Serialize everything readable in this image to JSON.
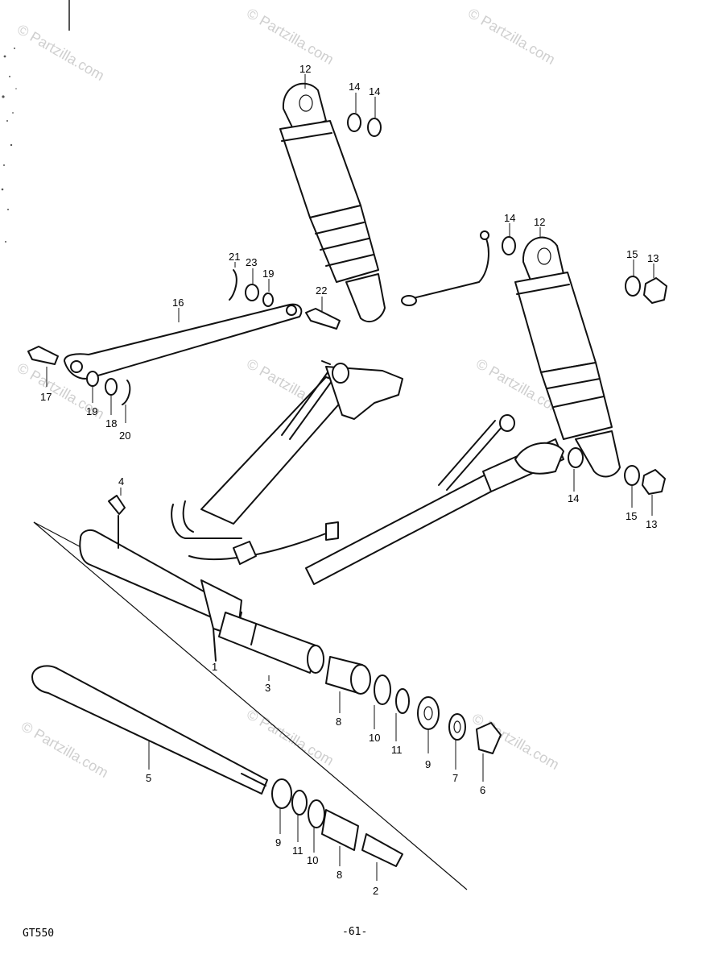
{
  "watermark": "© Partzilla.com",
  "model_label": "GT550",
  "page_number": "-61-",
  "callouts": [
    {
      "id": "c1",
      "text": "1"
    },
    {
      "id": "c2",
      "text": "2"
    },
    {
      "id": "c3",
      "text": "3"
    },
    {
      "id": "c4",
      "text": "4"
    },
    {
      "id": "c5",
      "text": "5"
    },
    {
      "id": "c6",
      "text": "6"
    },
    {
      "id": "c7",
      "text": "7"
    },
    {
      "id": "c8a",
      "text": "8"
    },
    {
      "id": "c8b",
      "text": "8"
    },
    {
      "id": "c9a",
      "text": "9"
    },
    {
      "id": "c9b",
      "text": "9"
    },
    {
      "id": "c10a",
      "text": "10"
    },
    {
      "id": "c10b",
      "text": "10"
    },
    {
      "id": "c11a",
      "text": "11"
    },
    {
      "id": "c11b",
      "text": "11"
    },
    {
      "id": "c12a",
      "text": "12"
    },
    {
      "id": "c12b",
      "text": "12"
    },
    {
      "id": "c13a",
      "text": "13"
    },
    {
      "id": "c13b",
      "text": "13"
    },
    {
      "id": "c14a",
      "text": "14"
    },
    {
      "id": "c14b",
      "text": "14"
    },
    {
      "id": "c14c",
      "text": "14"
    },
    {
      "id": "c14d",
      "text": "14"
    },
    {
      "id": "c15a",
      "text": "15"
    },
    {
      "id": "c15b",
      "text": "15"
    },
    {
      "id": "c16",
      "text": "16"
    },
    {
      "id": "c17",
      "text": "17"
    },
    {
      "id": "c18",
      "text": "18"
    },
    {
      "id": "c19a",
      "text": "19"
    },
    {
      "id": "c19b",
      "text": "19"
    },
    {
      "id": "c20",
      "text": "20"
    },
    {
      "id": "c21",
      "text": "21"
    },
    {
      "id": "c22",
      "text": "22"
    },
    {
      "id": "c23",
      "text": "23"
    }
  ]
}
